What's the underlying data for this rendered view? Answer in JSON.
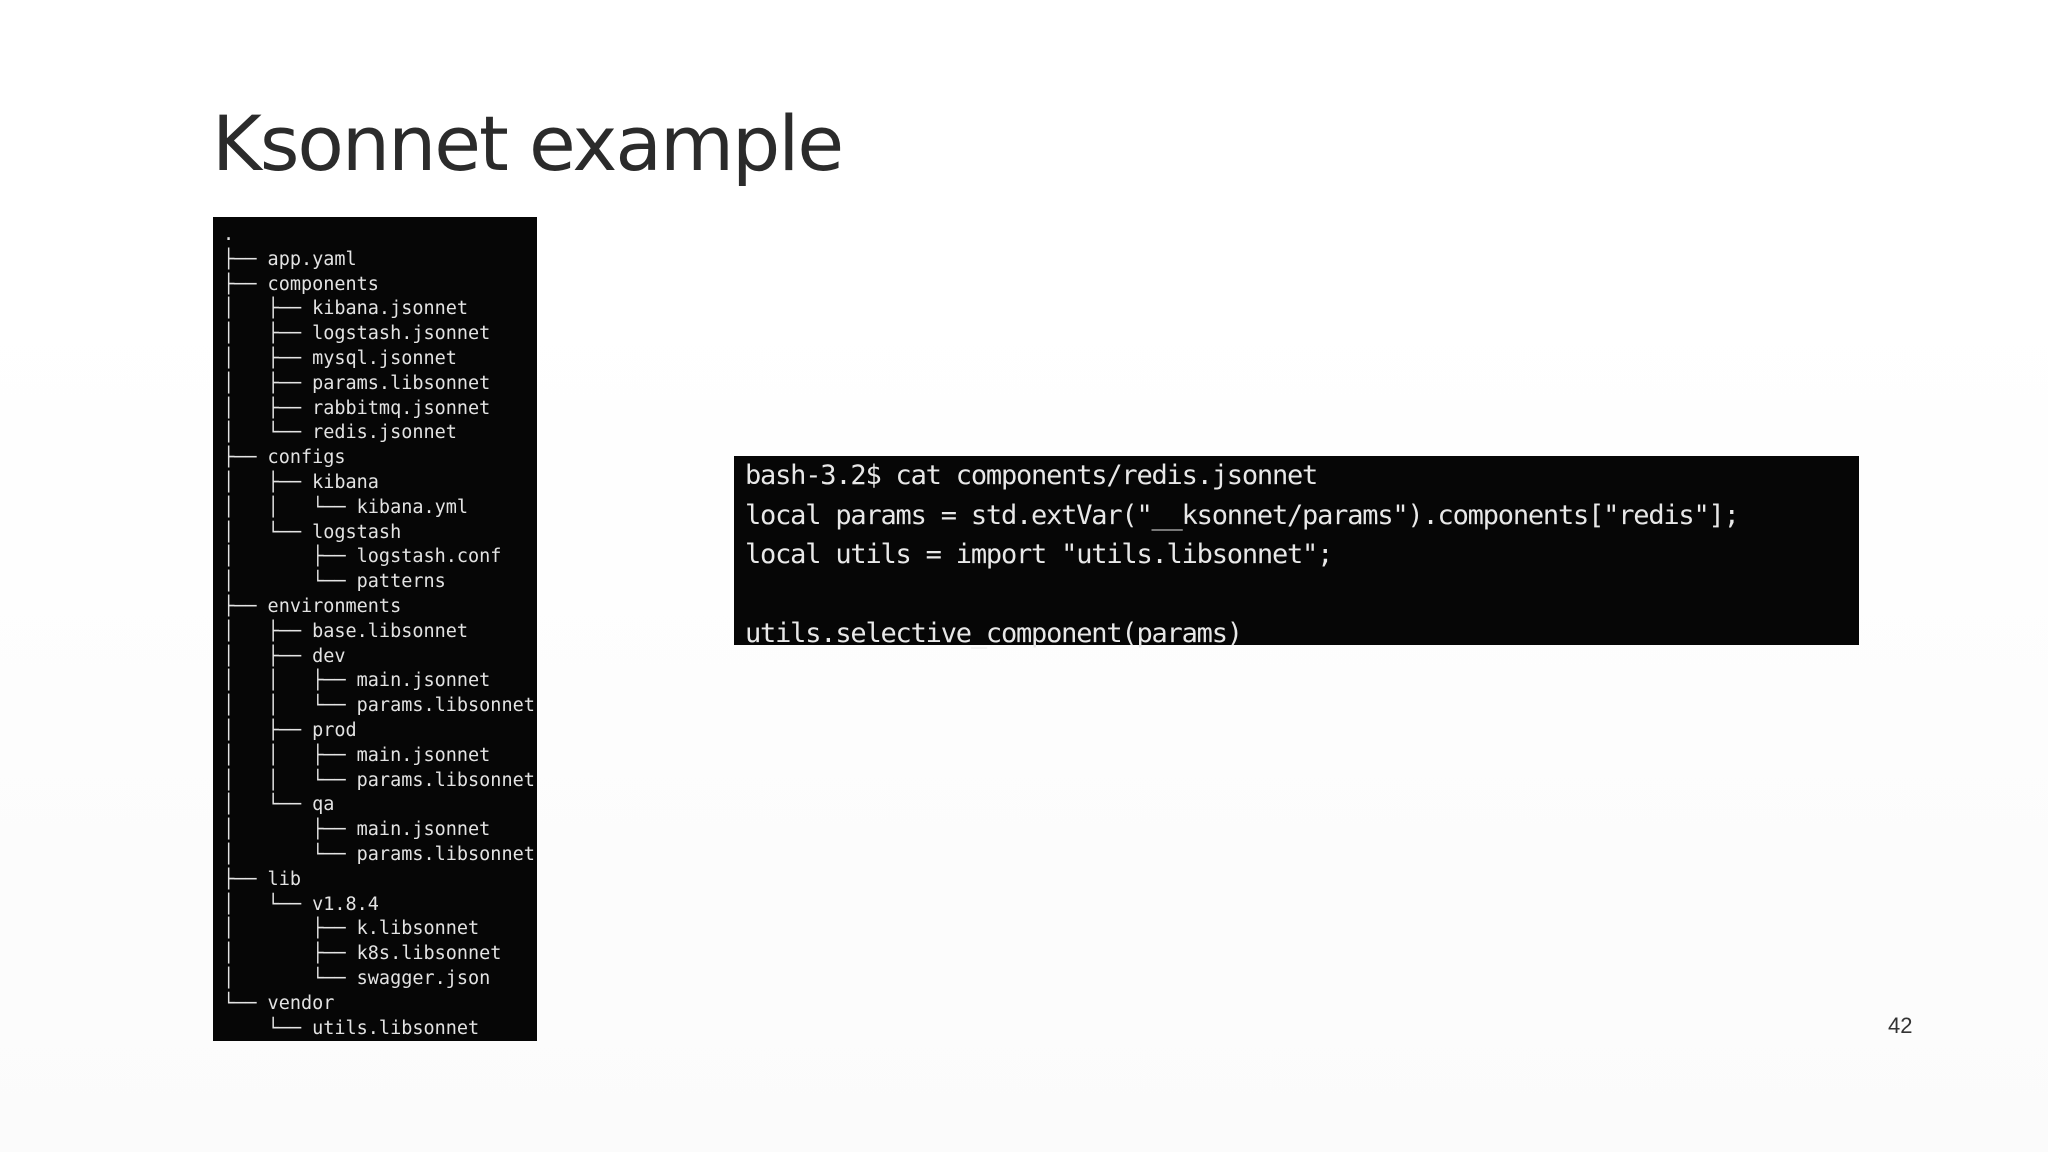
{
  "slide": {
    "title": "Ksonnet example",
    "page_number": "42"
  },
  "tree": {
    "lines": [
      ".",
      "├── app.yaml",
      "├── components",
      "│   ├── kibana.jsonnet",
      "│   ├── logstash.jsonnet",
      "│   ├── mysql.jsonnet",
      "│   ├── params.libsonnet",
      "│   ├── rabbitmq.jsonnet",
      "│   └── redis.jsonnet",
      "├── configs",
      "│   ├── kibana",
      "│   │   └── kibana.yml",
      "│   └── logstash",
      "│       ├── logstash.conf",
      "│       └── patterns",
      "├── environments",
      "│   ├── base.libsonnet",
      "│   ├── dev",
      "│   │   ├── main.jsonnet",
      "│   │   └── params.libsonnet",
      "│   ├── prod",
      "│   │   ├── main.jsonnet",
      "│   │   └── params.libsonnet",
      "│   └── qa",
      "│       ├── main.jsonnet",
      "│       └── params.libsonnet",
      "├── lib",
      "│   └── v1.8.4",
      "│       ├── k.libsonnet",
      "│       ├── k8s.libsonnet",
      "│       └── swagger.json",
      "└── vendor",
      "    └── utils.libsonnet"
    ]
  },
  "terminal": {
    "lines": [
      "bash-3.2$ cat components/redis.jsonnet",
      "local params = std.extVar(\"__ksonnet/params\").components[\"redis\"];",
      "local utils = import \"utils.libsonnet\";",
      "",
      "utils.selective_component(params)"
    ]
  }
}
